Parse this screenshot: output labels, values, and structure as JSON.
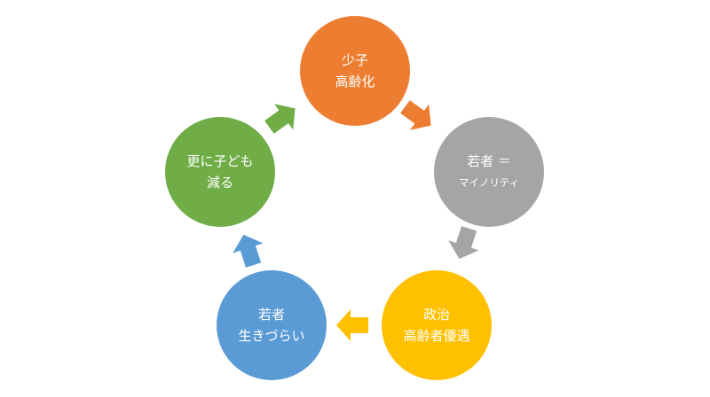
{
  "nodes": [
    {
      "id": "shoshi",
      "line1": "少子",
      "line2": "高齢化",
      "color": "#ED7D31"
    },
    {
      "id": "minority",
      "line1": "若者 ＝",
      "line2": "マイノリティ",
      "color": "#A5A5A5"
    },
    {
      "id": "politics",
      "line1": "政治",
      "line2": "高齢者優遇",
      "color": "#FFC000"
    },
    {
      "id": "hardship",
      "line1": "若者",
      "line2": "生きづらい",
      "color": "#5B9BD5"
    },
    {
      "id": "fewer",
      "line1": "更に子ども",
      "line2": "減る",
      "color": "#70AD47"
    }
  ]
}
